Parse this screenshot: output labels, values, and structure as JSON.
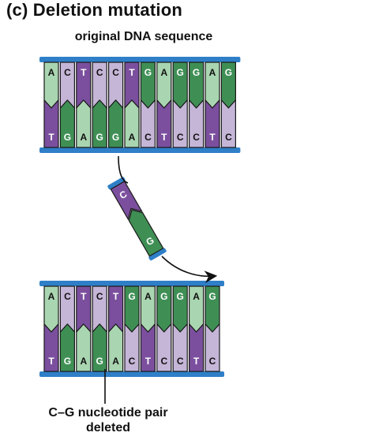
{
  "title": "(c) Deletion mutation",
  "subtitle": "original DNA sequence",
  "caption_line1": "C–G nucleotide pair",
  "caption_line2": "deleted",
  "colors": {
    "backbone": "#2f7fc8",
    "purple": "#7b4f9e",
    "light_purple": "#c5b6d8",
    "green": "#3f8f55",
    "light_green": "#a9d5b0",
    "outline": "#1a1a1a"
  },
  "original_strand": {
    "top": [
      "A",
      "C",
      "T",
      "C",
      "C",
      "T",
      "G",
      "A",
      "G",
      "G",
      "A",
      "G"
    ],
    "bottom": [
      "T",
      "G",
      "A",
      "G",
      "G",
      "A",
      "C",
      "T",
      "C",
      "C",
      "T",
      "C"
    ]
  },
  "deleted_pair": {
    "top": "C",
    "bottom": "G"
  },
  "mutant_strand": {
    "top": [
      "A",
      "C",
      "T",
      "C",
      "T",
      "G",
      "A",
      "G",
      "G",
      "A",
      "G"
    ],
    "bottom": [
      "T",
      "G",
      "A",
      "G",
      "A",
      "C",
      "T",
      "C",
      "C",
      "T",
      "C"
    ]
  }
}
